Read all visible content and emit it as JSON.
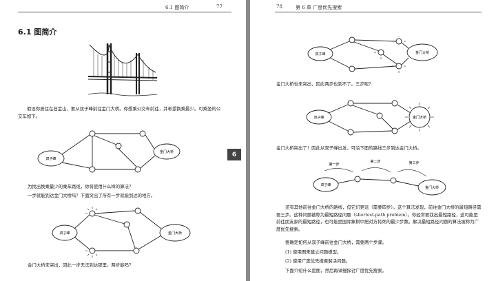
{
  "left_page": {
    "header_section": "6.1  图简介",
    "header_page": "77",
    "section_title": "6.1  图简介",
    "para1": "假设你居住在旧金山，要从双子峰前往金门大桥。你想乘公交车前往，并希望换乘最少。可乘坐的公交车如下。",
    "q1": "为找出换乘最少的乘车路线，你将使用什么样的算法？",
    "q2": "一步就能到达金门大桥吗？下面突出了所有一步就能到达的地方。",
    "bottom": "金门大桥未突出，因此一步无法到达那里。两步能吗？",
    "graph_labels": {
      "start": "双子峰",
      "end": "金门大桥"
    }
  },
  "right_page": {
    "header_page": "78",
    "header_chapter": "第 6 章  广度优先搜索",
    "t1": "金门大桥也未突出，因此两步也到不了。三步呢？",
    "t2": "金门大桥突出了！因此从双子峰出发，可沿下面的路线三步到达金门大桥。",
    "p1": "还有其他前往金门大桥的路线，但它们更远（需要四步）。这个算法发现，前往金门大桥的最短路径需要三步。这种问题被称为最短路径问题（shortest-path problem）。你经常要找出最短路径，这可能是前往朋友家的最短路径，也可能是国际象棋中把对方将死的最少步数。解决最短路径问题的算法被称为广度优先搜索。",
    "p2": "要确定如何从双子峰前往金门大桥，需要两个步骤。",
    "step1": "(1) 使用图来建立问题模型。",
    "step2": "(2) 使用广度优先搜索解决问题。",
    "p3": "下面介绍什么是图，然后再详细探讨广度优先搜索。",
    "graph_labels": {
      "start": "双子峰",
      "end": "金门大桥",
      "step1": "第一步",
      "step2": "第二步",
      "step3": "第三步"
    }
  },
  "chapter_tab": "6"
}
